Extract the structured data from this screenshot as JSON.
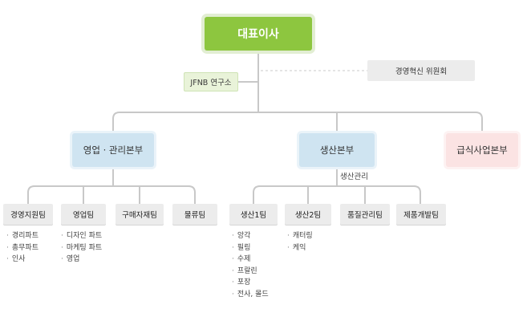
{
  "ceo": "대표이사",
  "research": "JFNB 연구소",
  "committee": "경영혁신 위원회",
  "divisions": {
    "sales_admin": "영업 · 관리본부",
    "production": "생산본부",
    "catering": "급식사업본부"
  },
  "production_mgmt_label": "생산관리",
  "teams": [
    {
      "name": "경영지원팀",
      "duties": [
        "경리파트",
        "총무파트",
        "인사"
      ]
    },
    {
      "name": "영업팀",
      "duties": [
        "디자인 파트",
        "마케팅 파트",
        "영업"
      ]
    },
    {
      "name": "구매자재팀",
      "duties": []
    },
    {
      "name": "물류팀",
      "duties": []
    },
    {
      "name": "생산1팀",
      "duties": [
        "앙각",
        "필링",
        "수제",
        "프랄린",
        "포장",
        "전사, 몰드"
      ]
    },
    {
      "name": "생산2팀",
      "duties": [
        "캐터링",
        "케익"
      ]
    },
    {
      "name": "품질관리팀",
      "duties": []
    },
    {
      "name": "제품개발팀",
      "duties": []
    }
  ],
  "colors": {
    "ceo": "#8dc63f",
    "division_blue": "#cfe4f1",
    "division_pink": "#fbe3e3",
    "team_grey": "#ececec",
    "line": "#c8c8c8"
  }
}
